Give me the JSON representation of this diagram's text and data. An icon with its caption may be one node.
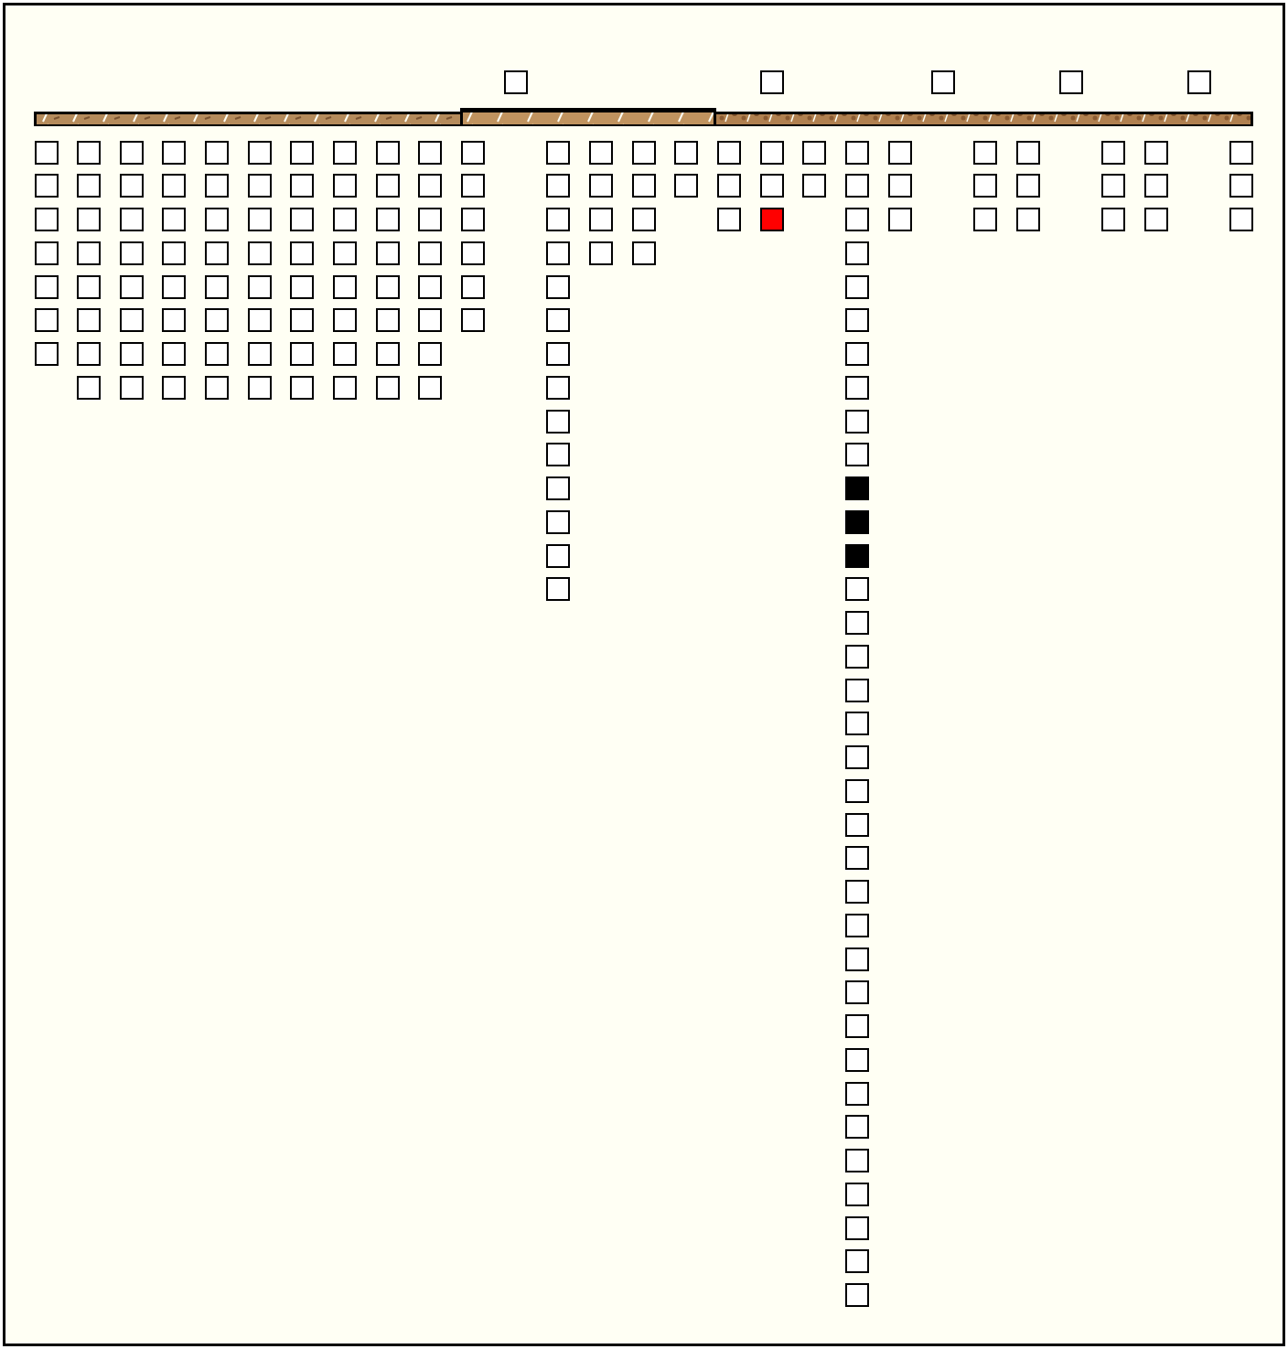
{
  "diagram": {
    "nodes": [
      {
        "text": [],
        "shape": "box"
      },
      {
        "text": [],
        "shape": "box"
      },
      {
        "text": [],
        "shape": "box"
      },
      {
        "text": [],
        "shape": "box"
      },
      {
        "text": [],
        "shape": "box"
      },
      {
        "text": [],
        "shape": "box"
      },
      {
        "text": [],
        "shape": "box"
      },
      {
        "text": [],
        "shape": "box"
      },
      {
        "text": [],
        "shape": "box"
      },
      {
        "text": [],
        "shape": "box"
      },
      {
        "text": [],
        "shape": "box"
      },
      {
        "text": [],
        "shape": "box"
      },
      {
        "text": [],
        "shape": "box"
      },
      {
        "text": [],
        "shape": "box"
      },
      {
        "text": [],
        "shape": "box"
      },
      {
        "text": [],
        "shape": "box"
      },
      {
        "text": [],
        "shape": "box"
      },
      {
        "text": [],
        "shape": "box"
      },
      {
        "text": [],
        "shape": "box"
      },
      {
        "text": [],
        "shape": "box"
      },
      {
        "text": [],
        "shape": "box"
      },
      {
        "text": [],
        "shape": "box"
      },
      {
        "text": [],
        "shape": "box"
      },
      {
        "text": [],
        "shape": "box"
      },
      {
        "text": [],
        "shape": "box"
      },
      {
        "text": [],
        "shape": "box"
      },
      {
        "text": [],
        "shape": "box"
      },
      {
        "text": [],
        "shape": "box"
      },
      {
        "text": [],
        "shape": "box"
      },
      {
        "text": [],
        "shape": "box"
      },
      {
        "text": [],
        "shape": "box"
      },
      {
        "text": [],
        "shape": "box"
      },
      {
        "text": [],
        "shape": "box"
      },
      {
        "text": [],
        "shape": "box"
      },
      {
        "text": [],
        "shape": "box"
      },
      {
        "text": [],
        "shape": "box"
      },
      {
        "text": [],
        "shape": "box"
      },
      {
        "text": [],
        "shape": "box"
      },
      {
        "text": [],
        "shape": "box"
      },
      {
        "text": [],
        "shape": "box"
      },
      {
        "text": [],
        "shape": "box"
      },
      {
        "text": [],
        "shape": "box"
      },
      {
        "text": [],
        "shape": "box"
      },
      {
        "text": [],
        "shape": "box"
      },
      {
        "text": [],
        "shape": "box"
      },
      {
        "text": [],
        "shape": "box"
      },
      {
        "text": [],
        "shape": "box"
      },
      {
        "text": [],
        "shape": "box"
      },
      {
        "text": [],
        "shape": "box"
      },
      {
        "text": [],
        "shape": "box"
      },
      {
        "text": [],
        "shape": "box"
      },
      {
        "text": [],
        "shape": "box"
      },
      {
        "text": [],
        "shape": "box"
      },
      {
        "text": [],
        "shape": "box"
      },
      {
        "text": [],
        "shape": "box"
      },
      {
        "text": [],
        "shape": "box"
      },
      {
        "text": [],
        "shape": "box"
      },
      {
        "text": [],
        "shape": "box"
      },
      {
        "text": [],
        "shape": "box"
      },
      {
        "text": [],
        "shape": "box"
      },
      {
        "text": [],
        "shape": "box"
      },
      {
        "text": [],
        "shape": "box"
      },
      {
        "text": [],
        "shape": "box"
      },
      {
        "text": [],
        "shape": "box"
      },
      {
        "text": [],
        "shape": "box"
      },
      {
        "text": [],
        "shape": "box"
      },
      {
        "text": [],
        "shape": "box"
      },
      {
        "text": [],
        "shape": "box"
      },
      {
        "text": [],
        "shape": "box"
      },
      {
        "text": [],
        "shape": "box"
      },
      {
        "text": [],
        "shape": "box"
      },
      {
        "text": [],
        "shape": "box"
      },
      {
        "text": [],
        "shape": "box"
      },
      {
        "text": [],
        "shape": "box"
      },
      {
        "text": [],
        "shape": "box"
      },
      {
        "text": [],
        "shape": "box"
      },
      {
        "text": [],
        "shape": "box"
      },
      {
        "text": [],
        "shape": "box"
      },
      {
        "text": [],
        "shape": "box"
      },
      {
        "text": [],
        "shape": "box"
      },
      {
        "text": [],
        "shape": "box"
      },
      {
        "text": [],
        "shape": "box"
      },
      {
        "text": [],
        "shape": "box"
      },
      {
        "text": [],
        "shape": "box"
      },
      {
        "text": [],
        "shape": "box"
      },
      {
        "text": [],
        "shape": "box"
      },
      {
        "text": [],
        "shape": "box"
      },
      {
        "text": [],
        "shape": "box"
      },
      {
        "text": [],
        "shape": "box"
      },
      {
        "text": [],
        "shape": "box"
      },
      {
        "text": [],
        "shape": "box"
      },
      {
        "text": [],
        "shape": "box"
      },
      {
        "text": [],
        "shape": "box"
      },
      {
        "text": [],
        "shape": "box"
      },
      {
        "text": [],
        "shape": "box"
      },
      {
        "text": [],
        "shape": "box"
      },
      {
        "text": [],
        "shape": "box"
      },
      {
        "text": [],
        "shape": "box"
      },
      {
        "text": [],
        "shape": "box"
      },
      {
        "text": [],
        "shape": "box"
      },
      {
        "text": [],
        "shape": "box"
      },
      {
        "text": [],
        "shape": "box"
      },
      {
        "text": [],
        "shape": "box"
      },
      {
        "text": [],
        "shape": "box"
      },
      {
        "text": [],
        "shape": "box"
      },
      {
        "text": [],
        "shape": "box"
      },
      {
        "text": [],
        "shape": "box"
      },
      {
        "text": [],
        "shape": "box"
      },
      {
        "text": [],
        "shape": "box"
      },
      {
        "text": [],
        "shape": "box"
      },
      {
        "text": [],
        "shape": "box"
      },
      {
        "text": [],
        "shape": "box"
      },
      {
        "text": [],
        "shape": "box"
      },
      {
        "text": [],
        "shape": "box"
      },
      {
        "text": [],
        "shape": "box"
      },
      {
        "text": [],
        "shape": "box"
      },
      {
        "text": [],
        "shape": "box"
      },
      {
        "text": [],
        "shape": "box"
      },
      {
        "text": [],
        "shape": "box"
      },
      {
        "text": [],
        "shape": "box"
      },
      {
        "text": [],
        "shape": "box"
      },
      {
        "text": [],
        "shape": "box"
      },
      {
        "text": [],
        "shape": "box"
      },
      {
        "text": [],
        "shape": "box"
      },
      {
        "text": [],
        "shape": "box"
      },
      {
        "text": [],
        "shape": "box"
      },
      {
        "text": [],
        "shape": "box"
      },
      {
        "text": [],
        "shape": "box"
      },
      {
        "text": [],
        "shape": "box"
      },
      {
        "text": [],
        "shape": "box"
      },
      {
        "text": [],
        "shape": "box"
      },
      {
        "text": [],
        "shape": "box"
      },
      {
        "text": [],
        "shape": "box"
      },
      {
        "text": [],
        "shape": "box"
      },
      {
        "text": [],
        "shape": "box"
      },
      {
        "text": [],
        "shape": "box"
      },
      {
        "text": [],
        "shape": "box"
      },
      {
        "text": [],
        "shape": "box"
      },
      {
        "text": [],
        "shape": "box"
      },
      {
        "text": [],
        "shape": "box"
      },
      {
        "text": [],
        "shape": "box"
      },
      {
        "text": [],
        "shape": "box"
      },
      {
        "text": [],
        "shape": "box"
      },
      {
        "text": [],
        "shape": "box"
      },
      {
        "text": [],
        "shape": "box"
      },
      {
        "text": [],
        "shape": "box"
      },
      {
        "text": [],
        "shape": "box"
      },
      {
        "text": [],
        "shape": "box"
      },
      {
        "text": [],
        "shape": "box"
      },
      {
        "text": [],
        "shape": "box"
      },
      {
        "text": [],
        "shape": "box"
      },
      {
        "text": [],
        "shape": "box"
      },
      {
        "text": [],
        "shape": "box"
      },
      {
        "text": [],
        "shape": "box"
      },
      {
        "text": [],
        "shape": "box"
      },
      {
        "text": [],
        "shape": "box"
      },
      {
        "text": [],
        "shape": "box"
      },
      {
        "text": [],
        "shape": "box"
      },
      {
        "text": [],
        "shape": "box"
      },
      {
        "text": [],
        "shape": "box"
      },
      {
        "text": [],
        "shape": "box"
      },
      {
        "text": [],
        "shape": "box"
      },
      {
        "text": [],
        "shape": "box"
      },
      {
        "text": [],
        "shape": "box"
      },
      {
        "text": [],
        "shape": "box"
      },
      {
        "text": [],
        "shape": "box"
      },
      {
        "text": [],
        "shape": "box"
      },
      {
        "text": [],
        "shape": "box"
      },
      {
        "text": [],
        "shape": "box"
      },
      {
        "text": [],
        "shape": "box"
      },
      {
        "text": [],
        "shape": "box"
      },
      {
        "text": [],
        "shape": "box"
      },
      {
        "text": [],
        "shape": "box"
      },
      {
        "text": [],
        "shape": "box"
      },
      {
        "text": [],
        "shape": "box"
      }
    ]
  }
}
